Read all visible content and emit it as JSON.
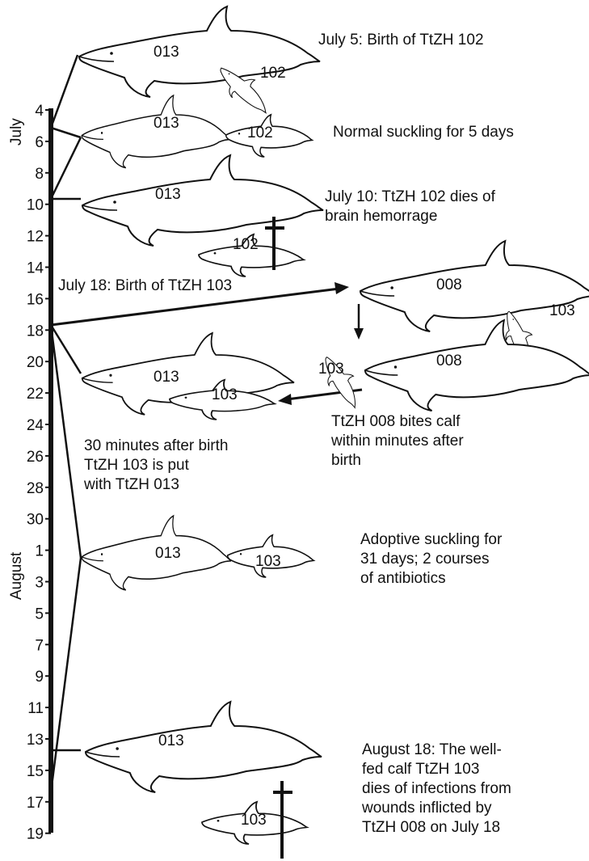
{
  "timeline": {
    "months": [
      "July",
      "August"
    ],
    "july_ticks": [
      "4",
      "6",
      "8",
      "10",
      "12",
      "14",
      "16",
      "18",
      "20",
      "22",
      "24",
      "26",
      "28",
      "30"
    ],
    "august_ticks": [
      "1",
      "3",
      "5",
      "7",
      "9",
      "11",
      "13",
      "15",
      "17",
      "19"
    ]
  },
  "dolphins": {
    "mother_013": "013",
    "mother_008": "008",
    "calf_102": "102",
    "calf_103": "103"
  },
  "captions": {
    "birth_102": "July 5: Birth of TtZH 102",
    "suckling_5": "Normal suckling for 5 days",
    "death_102_line1": "July 10: TtZH 102 dies of",
    "death_102_line2": "brain hemorrage",
    "birth_103": "July 18: Birth of TtZH 103",
    "bite_line1": "TtZH 008 bites calf",
    "bite_line2": "within minutes after",
    "bite_line3": "birth",
    "put_line1": "30 minutes after birth",
    "put_line2": "TtZH 103 is put",
    "put_line3": "with TtZH 013",
    "adopt_line1": "Adoptive suckling for",
    "adopt_line2": "31 days; 2 courses",
    "adopt_line3": "of antibiotics",
    "death_103_line1": "August 18: The well-",
    "death_103_line2": "fed calf TtZH 103",
    "death_103_line3": "dies of infections from",
    "death_103_line4": "wounds inflicted by",
    "death_103_line5": "TtZH 008 on July 18"
  }
}
